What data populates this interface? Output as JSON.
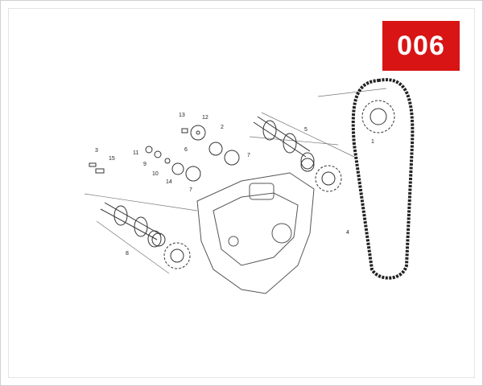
{
  "badge": {
    "text": "006",
    "color": "#d91414"
  },
  "callouts": [
    "13",
    "12",
    "2",
    "5",
    "1",
    "3",
    "15",
    "11",
    "9",
    "6",
    "7",
    "10",
    "14",
    "7",
    "4",
    "8"
  ]
}
